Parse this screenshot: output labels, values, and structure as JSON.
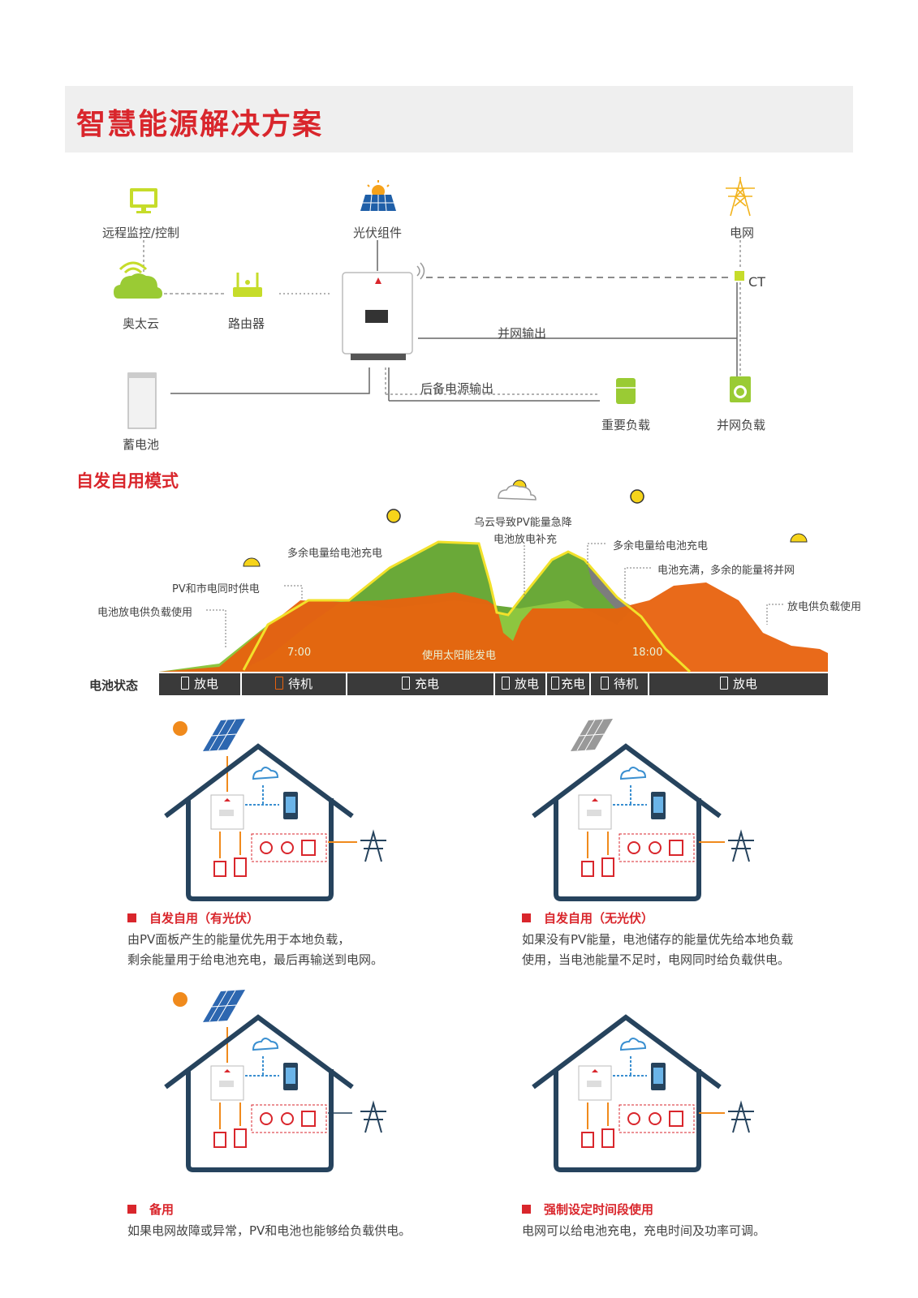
{
  "header": {
    "title": "智慧能源解决方案"
  },
  "system": {
    "remote_monitor": "远程监控/控制",
    "pv_module": "光伏组件",
    "grid": "电网",
    "cloud": "奥太云",
    "router": "路由器",
    "ct": "CT",
    "grid_output": "并网输出",
    "backup_output": "后备电源输出",
    "battery": "蓄电池",
    "critical_load": "重要负载",
    "grid_load": "并网负载"
  },
  "self_use": {
    "title": "自发自用模式",
    "annotations": {
      "battery_discharge_load": "电池放电供负载使用",
      "pv_grid_supply": "PV和市电同时供电",
      "surplus_charge_1": "多余电量给电池充电",
      "cloud_drop_1": "乌云导致PV能量急降",
      "cloud_drop_2": "电池放电补充",
      "surplus_charge_2": "多余电量给电池充电",
      "battery_full": "电池充满，多余的能量将并网",
      "discharge_load": "放电供负载使用",
      "time_7": "7:00",
      "solar_use": "使用太阳能发电",
      "time_18": "18:00"
    },
    "status_label": "电池状态",
    "segments": [
      "放电",
      "待机",
      "充电",
      "放电",
      "充电",
      "待机",
      "放电"
    ]
  },
  "modes": [
    {
      "title": "自发自用（有光伏）",
      "desc1": "由PV面板产生的能量优先用于本地负载，",
      "desc2": "剩余能量用于给电池充电，最后再输送到电网。"
    },
    {
      "title": "自发自用（无光伏）",
      "desc1": "如果没有PV能量，电池储存的能量优先给本地负载",
      "desc2": "使用，当电池能量不足时，电网同时给负载供电。"
    },
    {
      "title": "备用",
      "desc1": "如果电网故障或异常，PV和电池也能够给负载供电。",
      "desc2": ""
    },
    {
      "title": "强制设定时间段使用",
      "desc1": "电网可以给电池充电，充电时间及功率可调。",
      "desc2": ""
    }
  ],
  "colors": {
    "accent": "#d9262c",
    "green": "#6db33f",
    "orange": "#e8620e",
    "yellow": "#f2e12a"
  }
}
